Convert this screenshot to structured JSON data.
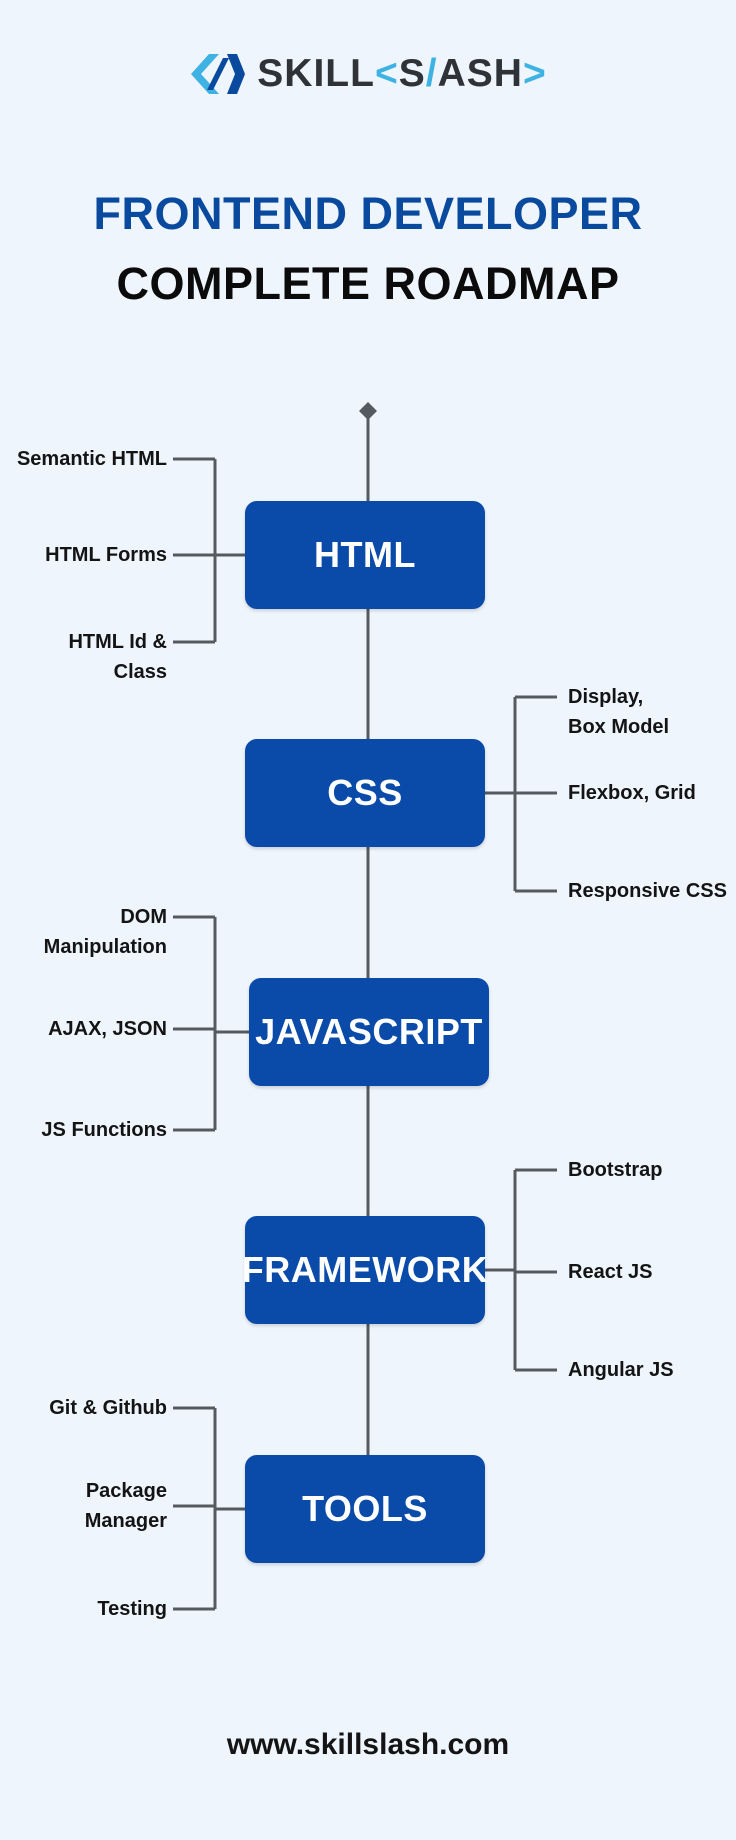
{
  "brand": {
    "logo_parts": [
      "SKILL",
      "<",
      "S",
      "/",
      "ASH",
      ">"
    ],
    "accent_color": "#3fb2e4",
    "text_color": "#2f3237"
  },
  "title": {
    "line1": "FRONTEND DEVELOPER",
    "line2": "COMPLETE ROADMAP",
    "line1_color": "#0a4a9e"
  },
  "stages": [
    {
      "label": "HTML",
      "side": "left",
      "items": [
        [
          "Semantic HTML"
        ],
        [
          "HTML Forms"
        ],
        [
          "HTML Id &",
          "Class"
        ]
      ]
    },
    {
      "label": "CSS",
      "side": "right",
      "items": [
        [
          "Display,",
          "Box Model"
        ],
        [
          "Flexbox, Grid"
        ],
        [
          "Responsive CSS"
        ]
      ]
    },
    {
      "label": "JAVASCRIPT",
      "side": "left",
      "items": [
        [
          "DOM",
          "Manipulation"
        ],
        [
          "AJAX, JSON"
        ],
        [
          "JS Functions"
        ]
      ]
    },
    {
      "label": "FRAMEWORK",
      "side": "right",
      "items": [
        [
          "Bootstrap"
        ],
        [
          "React JS"
        ],
        [
          "Angular JS"
        ]
      ]
    },
    {
      "label": "TOOLS",
      "side": "left",
      "items": [
        [
          "Git & Github"
        ],
        [
          "Package",
          "Manager"
        ],
        [
          "Testing"
        ]
      ]
    }
  ],
  "footer": {
    "url": "www.skillslash.com"
  },
  "colors": {
    "box": "#0a4aa8",
    "line": "#555a60",
    "background": "#eef5fc"
  }
}
